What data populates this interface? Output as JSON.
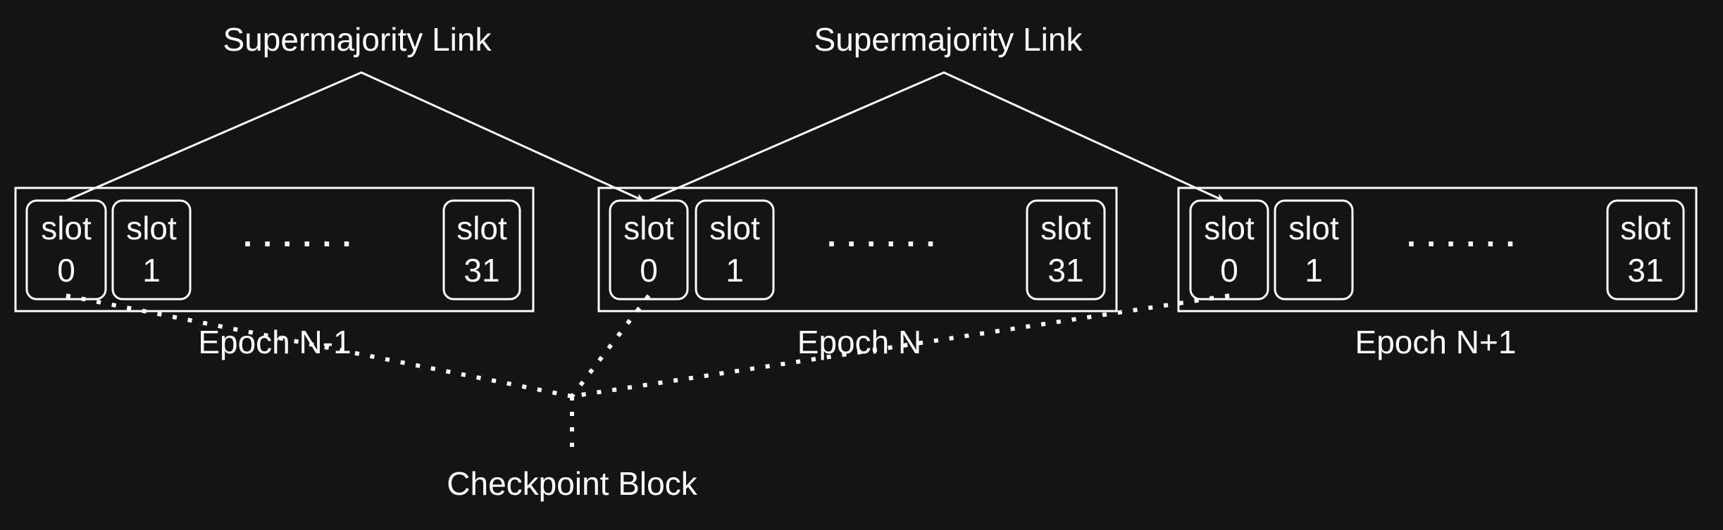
{
  "colors": {
    "background": "#141414",
    "stroke": "#ffffff",
    "text": "#ffffff"
  },
  "links": [
    {
      "label": "Supermajority Link"
    },
    {
      "label": "Supermajority Link"
    }
  ],
  "epochs": [
    {
      "label": "Epoch N-1",
      "slots": [
        {
          "word": "slot",
          "number": "0"
        },
        {
          "word": "slot",
          "number": "1"
        },
        {
          "word": "slot",
          "number": "31"
        }
      ],
      "ellipsis": "· · · · · ·"
    },
    {
      "label": "Epoch N",
      "slots": [
        {
          "word": "slot",
          "number": "0"
        },
        {
          "word": "slot",
          "number": "1"
        },
        {
          "word": "slot",
          "number": "31"
        }
      ],
      "ellipsis": "· · · · · ·"
    },
    {
      "label": "Epoch N+1",
      "slots": [
        {
          "word": "slot",
          "number": "0"
        },
        {
          "word": "slot",
          "number": "1"
        },
        {
          "word": "slot",
          "number": "31"
        }
      ],
      "ellipsis": "· · · · · ·"
    }
  ],
  "checkpoint": {
    "label": "Checkpoint Block"
  }
}
